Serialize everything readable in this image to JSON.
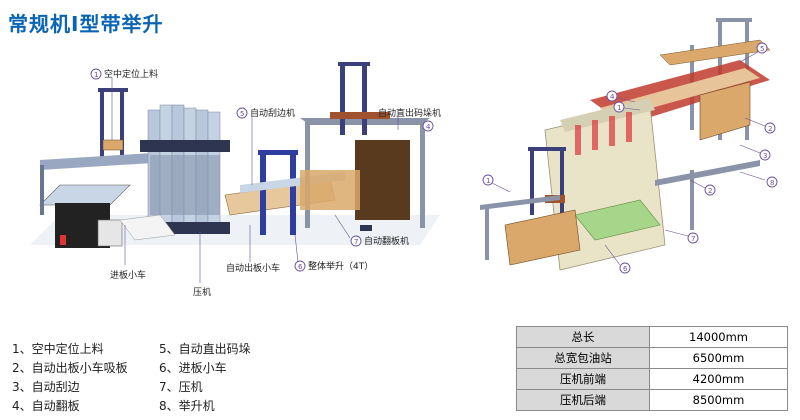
{
  "title": "常规机I型带举升",
  "left_callouts": {
    "c1": {
      "num": "1",
      "label": "空中定位上料"
    },
    "c5": {
      "num": "5",
      "label": "自动刮边机"
    },
    "c4": {
      "num": "4",
      "label": "自动直出码垛机"
    },
    "c7": {
      "num": "7",
      "label": "自动翻板机"
    },
    "c6": {
      "num": "6",
      "label": "整体举升（4T）"
    },
    "c_car": {
      "label": "进板小车"
    },
    "c_press": {
      "label": "压机"
    },
    "c_out": {
      "label": "自动出板小车"
    }
  },
  "right_callouts": [
    "5",
    "4",
    "1",
    "2",
    "3",
    "2",
    "8",
    "7",
    "6"
  ],
  "legend": {
    "col1": [
      "1、空中定位上料",
      "2、自动出板小车吸板",
      "3、自动刮边",
      "4、自动翻板"
    ],
    "col2": [
      "5、自动直出码垛",
      "6、进板小车",
      "7、压机",
      "8、举升机"
    ]
  },
  "spec_table": [
    {
      "label": "总长",
      "value": "14000mm"
    },
    {
      "label": "总宽包油站",
      "value": "6500mm"
    },
    {
      "label": "压机前端",
      "value": "4200mm"
    },
    {
      "label": "压机后端",
      "value": "8500mm"
    }
  ],
  "colors": {
    "title": "#0a64b4",
    "frame": "#3b3f7a",
    "press": "#b8c7dc",
    "wood": "#d9a86a",
    "red": "#c0392b",
    "callout": "#6a4f9a"
  }
}
